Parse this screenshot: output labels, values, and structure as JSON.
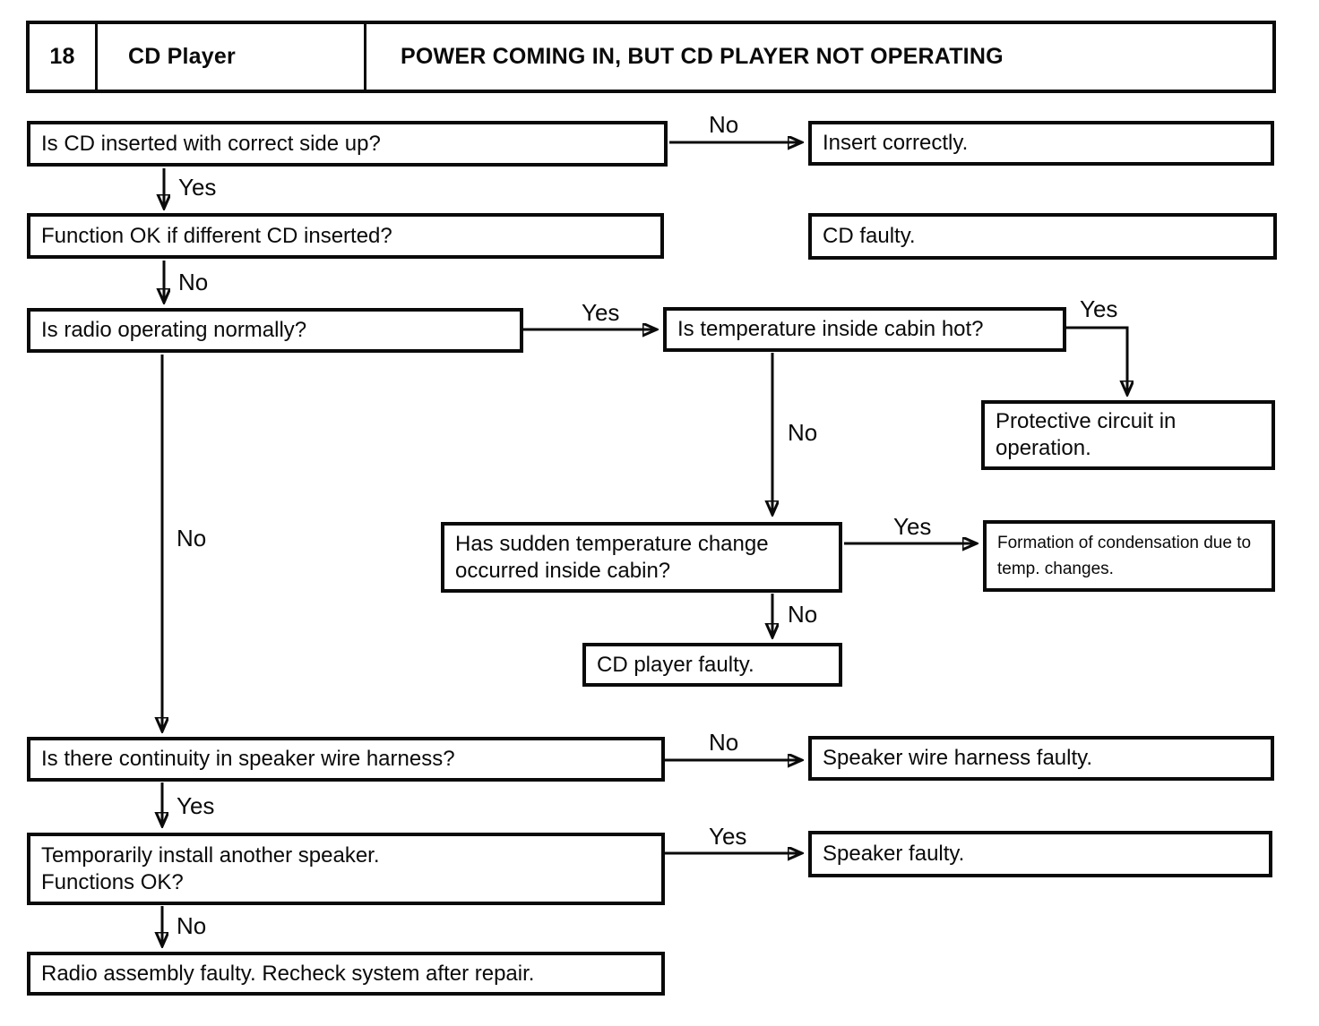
{
  "header": {
    "number": "18",
    "system": "CD Player",
    "title": "POWER COMING IN, BUT CD PLAYER NOT OPERATING"
  },
  "nodes": {
    "q_cd_inserted": "Is CD inserted with correct side up?",
    "r_insert_correctly": "Insert correctly.",
    "q_function_different_cd": "Function OK if different CD inserted?",
    "r_cd_faulty": "CD faulty.",
    "q_radio_operating": "Is radio operating normally?",
    "q_cabin_hot": "Is temperature inside cabin hot?",
    "r_protective_circuit": "Protective circuit in operation.",
    "q_sudden_temp_change": "Has sudden temperature change occurred inside cabin?",
    "r_condensation": "Formation of condensation due to temp. changes.",
    "r_cd_player_faulty": "CD player faulty.",
    "q_speaker_continuity": "Is there continuity in speaker wire harness?",
    "r_speaker_harness_faulty": "Speaker wire harness faulty.",
    "q_install_another_speaker": "Temporarily install another speaker.\nFunctions OK?",
    "r_speaker_faulty": "Speaker faulty.",
    "r_radio_assembly_faulty": "Radio assembly faulty. Recheck system after repair."
  },
  "labels": {
    "yes": "Yes",
    "no": "No"
  }
}
